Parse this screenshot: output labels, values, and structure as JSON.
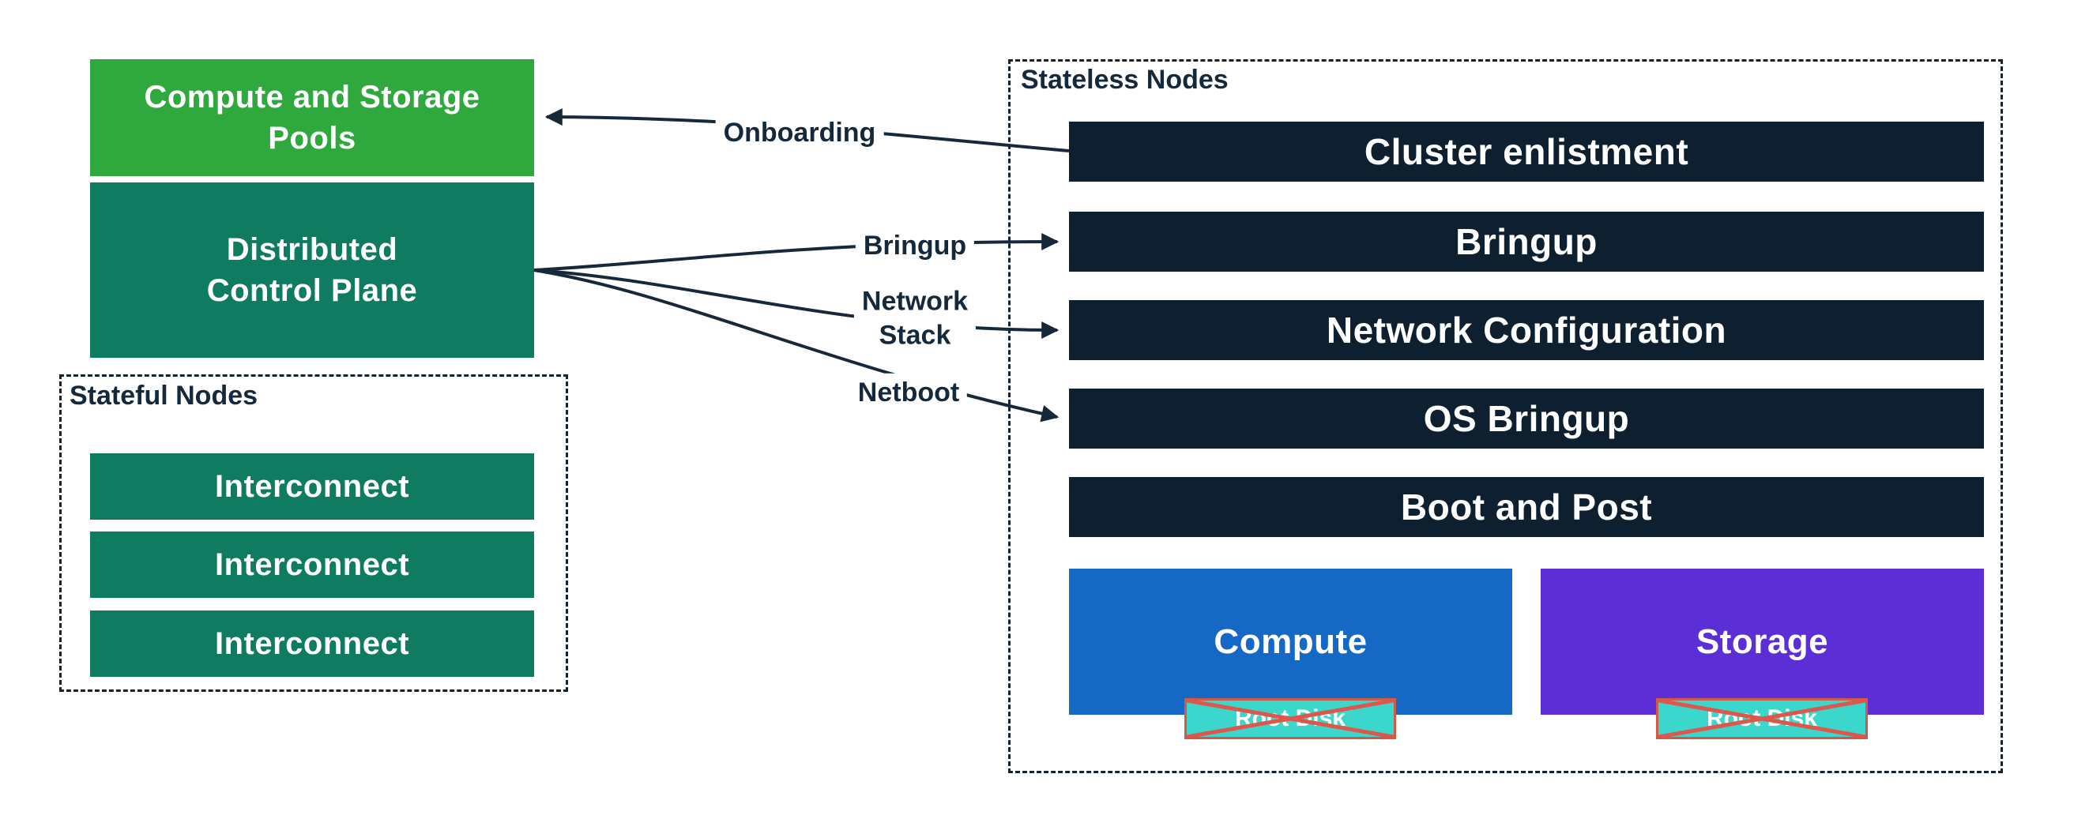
{
  "colors": {
    "green": "#2FA83E",
    "teal": "#0F7B60",
    "navy": "#0E2030",
    "blue": "#1568C4",
    "purple": "#5B2FD5",
    "cyan": "#3BD6CC",
    "cross_red": "#E0564A",
    "line_navy": "#16293B"
  },
  "left": {
    "pools_label": "Compute and Storage\nPools",
    "control_plane_label": "Distributed\nControl Plane",
    "stateful": {
      "title": "Stateful Nodes",
      "items": [
        {
          "label": "Interconnect"
        },
        {
          "label": "Interconnect"
        },
        {
          "label": "Interconnect"
        }
      ]
    }
  },
  "stateless": {
    "title": "Stateless Nodes",
    "bars": [
      {
        "label": "Cluster enlistment"
      },
      {
        "label": "Bringup"
      },
      {
        "label": "Network Configuration"
      },
      {
        "label": "OS Bringup"
      },
      {
        "label": "Boot and Post"
      }
    ],
    "compute": {
      "label": "Compute",
      "root_disk": "Root Disk"
    },
    "storage": {
      "label": "Storage",
      "root_disk": "Root Disk"
    }
  },
  "connectors": {
    "onboarding": "Onboarding",
    "bringup": "Bringup",
    "network_stack": "Network\nStack",
    "netboot": "Netboot"
  }
}
